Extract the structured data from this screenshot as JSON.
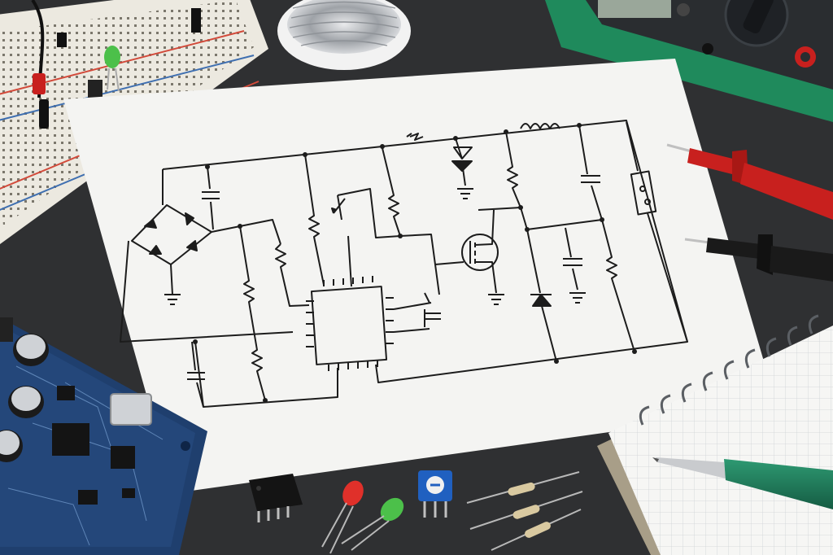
{
  "scene": {
    "description_colors": {
      "desk": "#2f3032",
      "paper": "#f4f4f2",
      "ink": "#1c1c1c",
      "breadboard": "#ece9e0",
      "breadboard_red_rail": "#d24a3a",
      "breadboard_blue_rail": "#3f6fb0",
      "pcb": "#1f3f6e",
      "multimeter_case": "#1f8a5c",
      "multimeter_face": "#2a2d30",
      "probe_red": "#c8201e",
      "probe_black": "#1a1a1a",
      "notebook_paper": "#f6f6f4",
      "pen_body": "#1f7a5a",
      "led_red": "#e0302a",
      "led_green": "#4cc04a",
      "trimmer_blue": "#2060c0",
      "solder_wire": "#c7c9cc",
      "resistor_body": "#d9c9a0"
    },
    "objects": [
      "breadboard",
      "solder-spool",
      "multimeter",
      "circuit-schematic-sheet",
      "red-test-probe",
      "black-test-probe",
      "pcb-board",
      "ic-chip",
      "red-led",
      "green-led",
      "trimmer-potentiometer",
      "resistors",
      "spiral-notebook",
      "pen"
    ]
  }
}
